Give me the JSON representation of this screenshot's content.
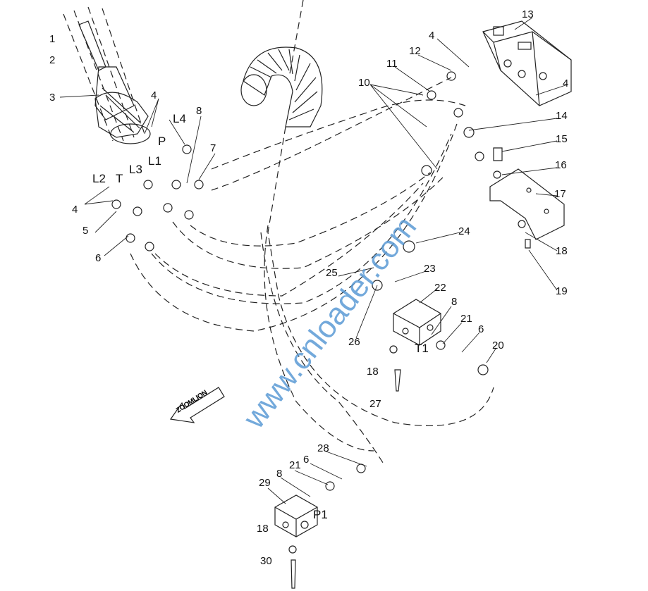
{
  "diagram": {
    "watermark": "www.cnloader.com",
    "direction_arrow": "ZOOMLION",
    "callouts": [
      "1",
      "2",
      "3",
      "4",
      "L4",
      "8",
      "P",
      "L1",
      "7",
      "L3",
      "L2",
      "T",
      "4",
      "5",
      "6",
      "13",
      "4",
      "12",
      "11",
      "10",
      "4",
      "14",
      "15",
      "16",
      "17",
      "18",
      "19",
      "24",
      "25",
      "23",
      "22",
      "8",
      "21",
      "6",
      "20",
      "26",
      "T1",
      "18",
      "27",
      "28",
      "6",
      "21",
      "8",
      "29",
      "P1",
      "18",
      "30"
    ]
  }
}
